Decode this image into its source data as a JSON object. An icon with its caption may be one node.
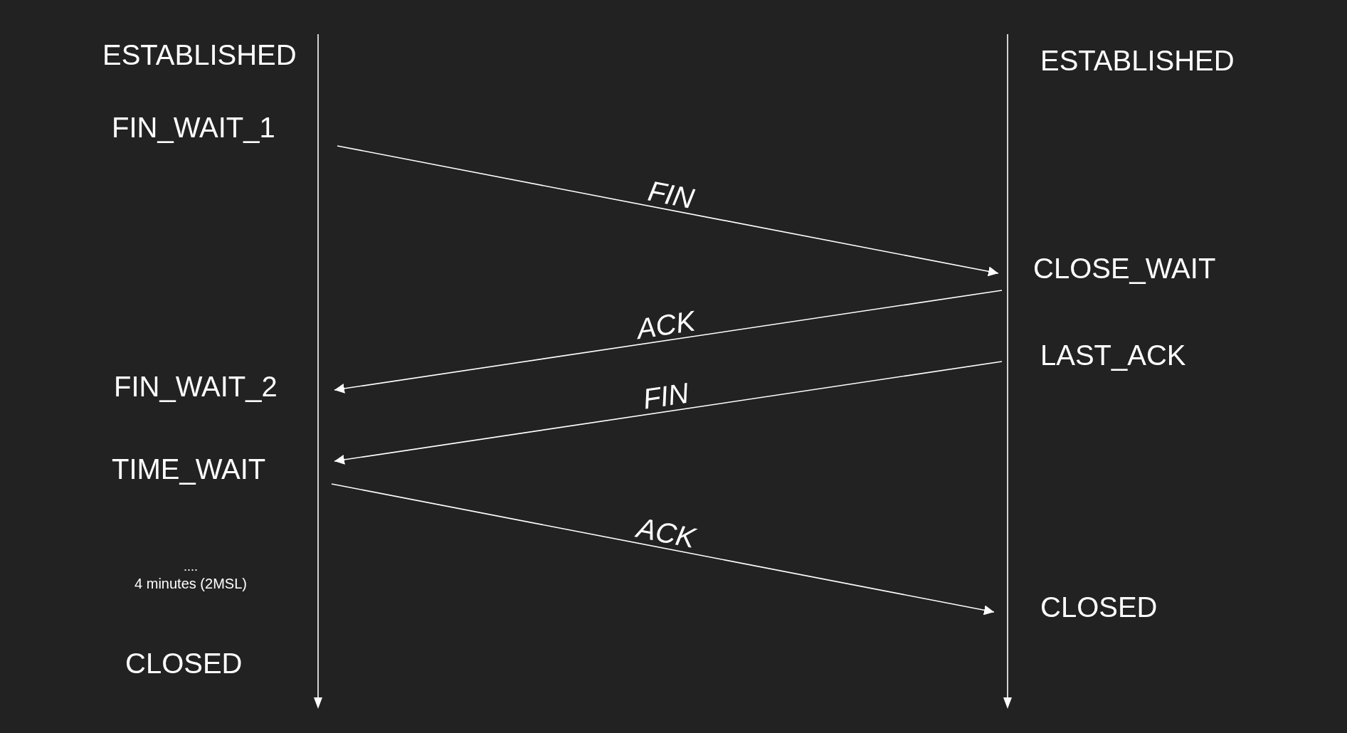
{
  "diagram": {
    "nodes": [
      {
        "text": [],
        "shape": "bar"
      },
      {
        "text": [],
        "shape": "bar"
      }
    ],
    "edges": [
      {
        "from": 0,
        "to": 1,
        "arrow": "to",
        "label": "FIN"
      },
      {
        "from": 1,
        "to": 0,
        "arrow": "to",
        "label": "ACK"
      },
      {
        "from": 1,
        "to": 0,
        "arrow": "to",
        "label": "FIN"
      },
      {
        "from": 0,
        "to": 1,
        "arrow": "to",
        "label": "ACK"
      }
    ],
    "labels": [
      "ESTABLISHED",
      "ESTABLISHED",
      "FIN_WAIT_1",
      "CLOSE_WAIT",
      "LAST_ACK",
      "FIN_WAIT_2",
      "TIME_WAIT",
      "....",
      "4 minutes (2MSL)",
      "CLOSED",
      "CLOSED"
    ]
  }
}
